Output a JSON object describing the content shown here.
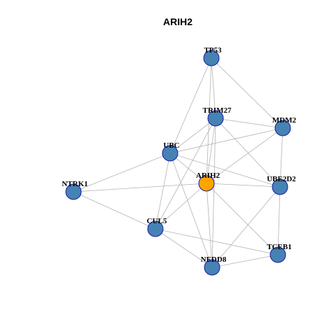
{
  "title": "ARIH2",
  "colors": {
    "node_fill": "#4682b4",
    "hub_fill": "#ffa500",
    "node_border": "#1a1aa6",
    "edge": "#b3b3b3"
  },
  "nodes": [
    {
      "id": "TP53",
      "label": "TP53",
      "hub": false
    },
    {
      "id": "TRIM27",
      "label": "TRIM27",
      "hub": false
    },
    {
      "id": "MDM2",
      "label": "MDM2",
      "hub": false
    },
    {
      "id": "UBC",
      "label": "UBC",
      "hub": false
    },
    {
      "id": "ARIH2",
      "label": "ARIH2",
      "hub": true
    },
    {
      "id": "UBE2D2",
      "label": "UBE2D2",
      "hub": false
    },
    {
      "id": "NTRK1",
      "label": "NTRK1",
      "hub": false
    },
    {
      "id": "CUL5",
      "label": "CUL5",
      "hub": false
    },
    {
      "id": "TCEB1",
      "label": "TCEB1",
      "hub": false
    },
    {
      "id": "NEDD8",
      "label": "NEDD8",
      "hub": false
    }
  ],
  "edges": [
    [
      "TP53",
      "TRIM27"
    ],
    [
      "TP53",
      "MDM2"
    ],
    [
      "TP53",
      "UBC"
    ],
    [
      "TP53",
      "ARIH2"
    ],
    [
      "TRIM27",
      "MDM2"
    ],
    [
      "TRIM27",
      "UBC"
    ],
    [
      "TRIM27",
      "ARIH2"
    ],
    [
      "TRIM27",
      "UBE2D2"
    ],
    [
      "TRIM27",
      "CUL5"
    ],
    [
      "TRIM27",
      "NEDD8"
    ],
    [
      "MDM2",
      "UBC"
    ],
    [
      "MDM2",
      "ARIH2"
    ],
    [
      "MDM2",
      "UBE2D2"
    ],
    [
      "UBC",
      "ARIH2"
    ],
    [
      "UBC",
      "UBE2D2"
    ],
    [
      "UBC",
      "NTRK1"
    ],
    [
      "UBC",
      "CUL5"
    ],
    [
      "UBC",
      "NEDD8"
    ],
    [
      "ARIH2",
      "UBE2D2"
    ],
    [
      "ARIH2",
      "NTRK1"
    ],
    [
      "ARIH2",
      "CUL5"
    ],
    [
      "ARIH2",
      "NEDD8"
    ],
    [
      "ARIH2",
      "TCEB1"
    ],
    [
      "UBE2D2",
      "TCEB1"
    ],
    [
      "UBE2D2",
      "NEDD8"
    ],
    [
      "NTRK1",
      "CUL5"
    ],
    [
      "CUL5",
      "TCEB1"
    ],
    [
      "CUL5",
      "NEDD8"
    ],
    [
      "TCEB1",
      "NEDD8"
    ]
  ]
}
